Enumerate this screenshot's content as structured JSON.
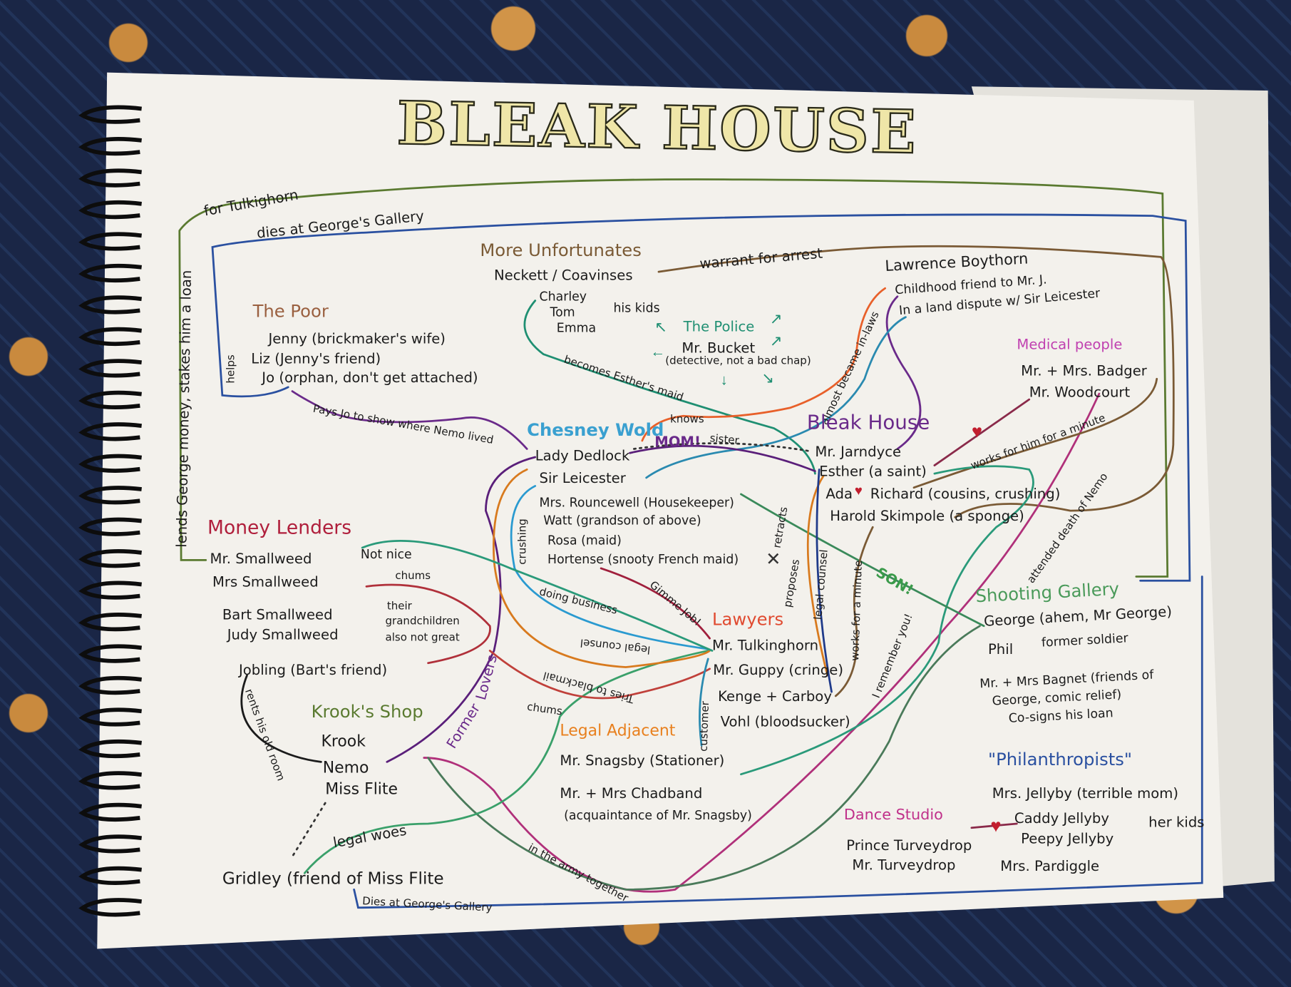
{
  "title": "BLEAK HOUSE",
  "colors": {
    "poor": "#9a6040",
    "unfortunates": "#7a5a35",
    "police": "#1f8f72",
    "chesney": "#3aa0d0",
    "bleak": "#6a2a8a",
    "medical": "#c040b0",
    "lenders": "#b01f3c",
    "krook": "#5a7a30",
    "lawyers": "#e04a30",
    "legal_adjacent": "#e8801e",
    "shooting": "#4a9a5a",
    "philanthropists": "#2a50a0",
    "dance": "#c0308a"
  },
  "groups": {
    "poor": {
      "label": "The Poor",
      "members": [
        "Jenny (brickmaker's wife)",
        "Liz (Jenny's friend)",
        "Jo (orphan, don't get attached)"
      ],
      "note": "helps"
    },
    "unfortunates": {
      "label": "More Unfortunates",
      "members": [
        "Neckett / Coavinses",
        "Charley",
        "Tom",
        "Emma"
      ],
      "note": "his kids"
    },
    "police": {
      "label": "The Police",
      "members": [
        "Mr. Bucket",
        "(detective, not a bad chap)"
      ]
    },
    "boythorn": {
      "members": [
        "Lawrence Boythorn",
        "Childhood friend to Mr. J.",
        "In a land dispute w/ Sir Leicester"
      ]
    },
    "medical": {
      "label": "Medical people",
      "members": [
        "Mr. + Mrs. Badger",
        "Mr. Woodcourt"
      ]
    },
    "chesney": {
      "label": "Chesney Wold",
      "members": [
        "Lady Dedlock",
        "Sir Leicester",
        "Mrs. Rouncewell (Housekeeper)",
        "Watt (grandson of above)",
        "Rosa (maid)",
        "Hortense (snooty French maid)"
      ],
      "note": "crushing"
    },
    "bleak": {
      "label": "Bleak House",
      "members": [
        "Mr. Jarndyce",
        "Esther (a saint)",
        "Ada",
        "Richard (cousins, crushing)",
        "Harold Skimpole (a sponge)"
      ]
    },
    "lenders": {
      "label": "Money Lenders",
      "members": [
        "Mr. Smallweed",
        "Mrs Smallweed",
        "Bart Smallweed",
        "Judy Smallweed",
        "Jobling (Bart's friend)"
      ],
      "note1": "Not nice",
      "note2": [
        "their",
        "grandchildren",
        "also not great"
      ]
    },
    "krook": {
      "label": "Krook's Shop",
      "members": [
        "Krook",
        "Nemo",
        "Miss Flite"
      ]
    },
    "lawyers": {
      "label": "Lawyers",
      "members": [
        "Mr. Tulkinghorn",
        "Mr. Guppy (cringe)",
        "Kenge + Carboy",
        "Vohl (bloodsucker)"
      ]
    },
    "legal_adjacent": {
      "label": "Legal Adjacent",
      "members": [
        "Mr. Snagsby (Stationer)",
        "Mr. + Mrs Chadband",
        "(acquaintance of Mr. Snagsby)"
      ]
    },
    "shooting": {
      "label": "Shooting Gallery",
      "members": [
        "George (ahem, Mr George)",
        "former soldier",
        "Phil",
        "Mr. + Mrs Bagnet (friends of",
        "George, comic relief)",
        "Co-signs his loan"
      ]
    },
    "philanthropists": {
      "label": "\"Philanthropists\"",
      "members": [
        "Mrs. Jellyby (terrible mom)",
        "Caddy Jellyby",
        "Peepy Jellyby",
        "Mrs. Pardiggle"
      ],
      "note": "her kids"
    },
    "dance": {
      "label": "Dance Studio",
      "members": [
        "Prince Turveydrop",
        "Mr. Turveydrop"
      ]
    },
    "gridley": {
      "members": [
        "Gridley (friend of Miss Flite"
      ]
    }
  },
  "edges": {
    "lends": "lends George money, stakes him a loan",
    "for_tulk": "for Tulkighorn",
    "dies_gallery": "dies at George's Gallery",
    "warrant": "warrant for arrest",
    "maid": "becomes Esther's maid",
    "pays_jo": "Pays Jo to show where Nemo lived",
    "inlaws": "almost became in-laws",
    "knows": "knows",
    "mom": "MOM!",
    "sister": "sister",
    "works_minute": "works for him for a minute",
    "attended": "attended death of Nemo",
    "son": "SON!",
    "works_min2": "works for a minute",
    "legal_counsel": "legal counsel",
    "proposes": "proposes",
    "retracts": "retracts",
    "chums1": "chums",
    "chums2": "chums",
    "rents": "rents his old room",
    "former": "Former",
    "lovers": "Lovers",
    "doing_business": "doing business",
    "gimme": "Gimme Job!",
    "legal_counsel2": "legal counsel",
    "blackmail": "Tries to blackmail",
    "customer": "customer",
    "remember": "I remember you!",
    "legal_woes": "legal woes",
    "dies_gallery2": "Dies at George's Gallery",
    "army": "in the army together"
  }
}
